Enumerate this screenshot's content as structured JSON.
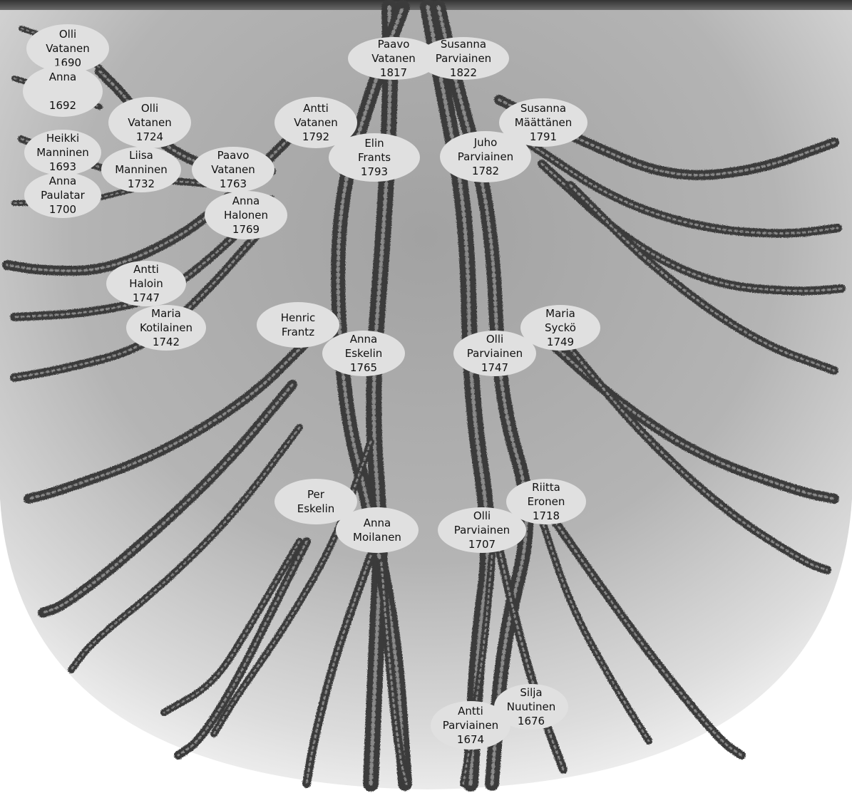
{
  "people": [
    {
      "id": "paavo-vatanen-1817",
      "lines": [
        "Paavo",
        "Vatanen",
        "1817"
      ]
    },
    {
      "id": "susanna-parviainen-1822",
      "lines": [
        "Susanna",
        "Parviainen",
        "1822"
      ]
    },
    {
      "id": "antti-vatanen-1792",
      "lines": [
        "Antti",
        "Vatanen",
        "1792"
      ]
    },
    {
      "id": "elin-frants-1793",
      "lines": [
        "Elin",
        "Frants",
        "1793"
      ]
    },
    {
      "id": "susanna-maattanen-1791",
      "lines": [
        "Susanna",
        "Määttänen",
        "1791"
      ]
    },
    {
      "id": "juho-parviainen-1782",
      "lines": [
        "Juho",
        "Parviainen",
        "1782"
      ]
    },
    {
      "id": "olli-vatanen-1690",
      "lines": [
        "Olli",
        "Vatanen",
        "1690"
      ]
    },
    {
      "id": "anna-1692",
      "lines": [
        "Anna",
        "",
        "1692"
      ]
    },
    {
      "id": "olli-vatanen-1724",
      "lines": [
        "Olli",
        "Vatanen",
        "1724"
      ]
    },
    {
      "id": "heikki-manninen-1693",
      "lines": [
        "Heikki",
        "Manninen",
        "1693"
      ]
    },
    {
      "id": "liisa-manninen-1732",
      "lines": [
        "Liisa",
        "Manninen",
        "1732"
      ]
    },
    {
      "id": "anna-paulatar-1700",
      "lines": [
        "Anna",
        "Paulatar",
        "1700"
      ]
    },
    {
      "id": "paavo-vatanen-1763",
      "lines": [
        "Paavo",
        "Vatanen",
        "1763"
      ]
    },
    {
      "id": "anna-halonen-1769",
      "lines": [
        "Anna",
        "Halonen",
        "1769"
      ]
    },
    {
      "id": "antti-haloin-1747",
      "lines": [
        "Antti",
        "Haloin",
        "1747"
      ]
    },
    {
      "id": "maria-kotilainen-1742",
      "lines": [
        "Maria",
        "Kotilainen",
        "1742"
      ]
    },
    {
      "id": "henric-frantz",
      "lines": [
        "Henric",
        "Frantz"
      ]
    },
    {
      "id": "anna-eskelin-1765",
      "lines": [
        "Anna",
        "Eskelin",
        "1765"
      ]
    },
    {
      "id": "olli-parviainen-1747",
      "lines": [
        "Olli",
        "Parviainen",
        "1747"
      ]
    },
    {
      "id": "maria-sycko-1749",
      "lines": [
        "Maria",
        "Syckö",
        "1749"
      ]
    },
    {
      "id": "per-eskelin",
      "lines": [
        "Per",
        "Eskelin"
      ]
    },
    {
      "id": "anna-moilanen",
      "lines": [
        "Anna",
        "Moilanen"
      ]
    },
    {
      "id": "olli-parviainen-1707",
      "lines": [
        "Olli",
        "Parviainen",
        "1707"
      ]
    },
    {
      "id": "riitta-eronen-1718",
      "lines": [
        "Riitta",
        "Eronen",
        "1718"
      ]
    },
    {
      "id": "antti-parviainen-1674",
      "lines": [
        "Antti",
        "Parviainen",
        "1674"
      ]
    },
    {
      "id": "silja-nuutinen-1676",
      "lines": [
        "Silja",
        "Nuutinen",
        "1676"
      ]
    }
  ],
  "colors": {
    "node_fill": "#e0e0e0",
    "branch": "#3a3a3a",
    "branch_light": "#8a8a8a",
    "background_center": "#a9a9a9",
    "background_edge": "#f4f4f4",
    "top_bar": "#4a4a4a"
  }
}
